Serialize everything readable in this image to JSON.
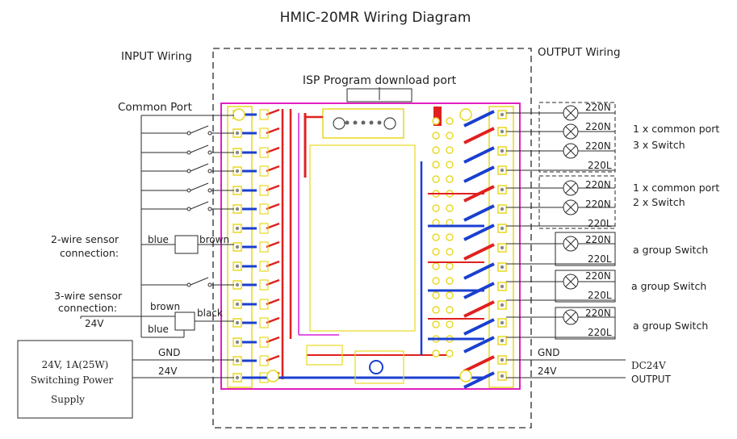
{
  "title": "HMIC-20MR Wiring Diagram",
  "input_section": {
    "heading": "INPUT Wiring",
    "common_port": "Common Port",
    "two_wire": {
      "label_line1": "2-wire sensor",
      "label_line2": "connection:",
      "left_wire": "blue",
      "right_wire": "brown"
    },
    "three_wire": {
      "label_line1": "3-wire sensor",
      "label_line2": "connection:",
      "wire_brown": "brown",
      "wire_black": "black",
      "wire_blue": "blue",
      "voltage": "24V"
    },
    "gnd": "GND",
    "v24": "24V"
  },
  "power_supply": {
    "line1": "24V, 1A(25W)",
    "line2": "Switching Power",
    "line3": "Supply"
  },
  "isp_port": "ISP Program download port",
  "output_section": {
    "heading": "OUTPUT Wiring",
    "group1": {
      "loads": [
        "220N",
        "220N",
        "220N"
      ],
      "common": "220L",
      "desc_line1": "1 x common port",
      "desc_line2": "3 x Switch"
    },
    "group2": {
      "loads": [
        "220N",
        "220N"
      ],
      "common": "220L",
      "desc_line1": "1 x common port",
      "desc_line2": "2 x Switch"
    },
    "group3": {
      "load": "220N",
      "common": "220L",
      "desc": "a group Switch"
    },
    "group4": {
      "load": "220N",
      "common": "220L",
      "desc": "a group Switch"
    },
    "group5": {
      "load": "220N",
      "common": "220L",
      "desc": "a group Switch"
    },
    "gnd": "GND",
    "v24": "24V",
    "dc_line1": "DC24V",
    "dc_line2": "OUTPUT"
  },
  "colors": {
    "board_outline": "#e020c0",
    "silkscreen": "#e8d820",
    "trace_red": "#e02020",
    "trace_blue": "#1a3fd0",
    "line": "#2a2a2a"
  }
}
